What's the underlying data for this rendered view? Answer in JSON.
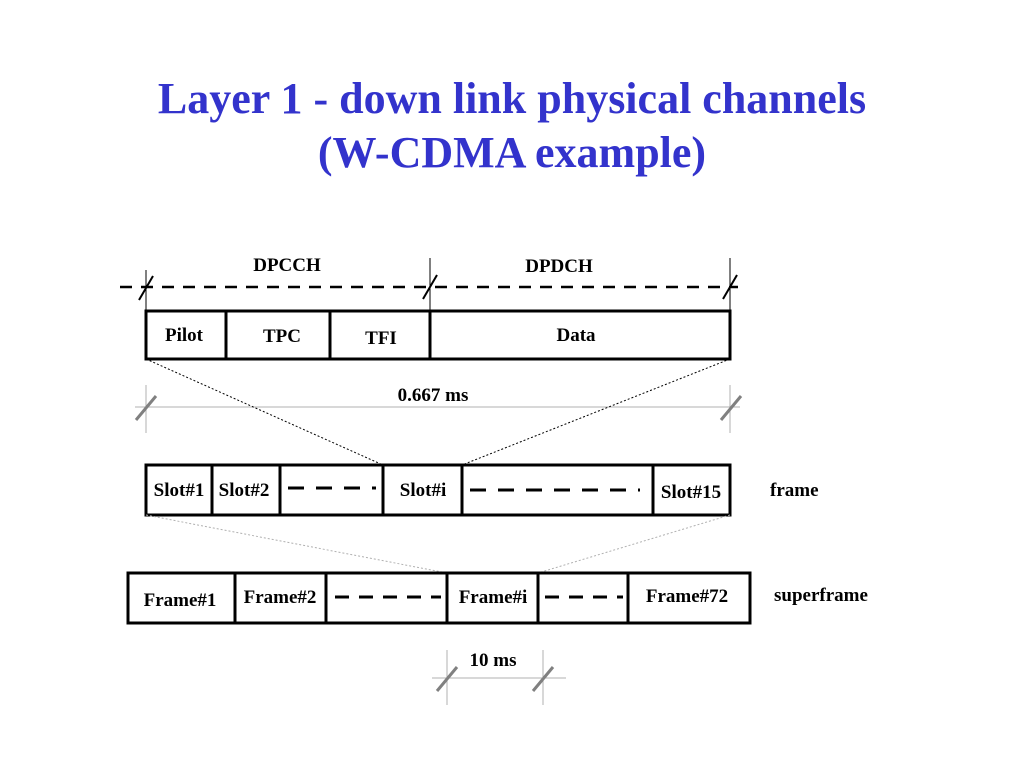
{
  "title": {
    "line1": "Layer 1 - down link physical channels",
    "line2": "(W-CDMA example)"
  },
  "slot_fields": {
    "dpcch_label": "DPCCH",
    "dpdch_label": "DPDCH",
    "fields": [
      "Pilot",
      "TPC",
      "TFI",
      "Data"
    ],
    "slot_duration": "0.667 ms"
  },
  "frame": {
    "slots": [
      "Slot#1",
      "Slot#2",
      "Slot#i",
      "Slot#15"
    ],
    "label": "frame"
  },
  "superframe": {
    "frames": [
      "Frame#1",
      "Frame#2",
      "Frame#i",
      "Frame#72"
    ],
    "label": "superframe",
    "frame_duration": "10 ms"
  },
  "colors": {
    "title": "#3333cc",
    "lines": "#000000",
    "ticks": "#808080"
  }
}
